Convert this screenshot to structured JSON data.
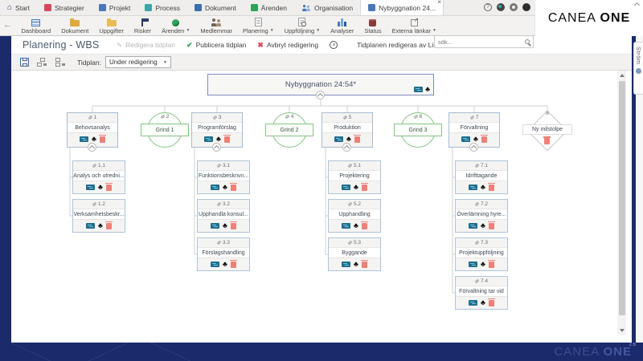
{
  "glyphs": {
    "home": "⌂",
    "back": "←",
    "caret": "▼",
    "close": "×",
    "club": "♣",
    "ext_arrow": "↗",
    "question": "?"
  },
  "colors": {
    "frame_navy": "#1a2a6b",
    "publish_green": "#2fa357",
    "cancel_red": "#d6495a",
    "phase_border_blue": "#a6bdd4",
    "gate_border_green": "#85c585",
    "root_border": "#7f8cc0",
    "trash_red": "#ef8078",
    "gantt_teal": "#1f6f8f"
  },
  "chrome": {
    "tabs": [
      {
        "label": "Start"
      },
      {
        "label": "Strategier"
      },
      {
        "label": "Projekt"
      },
      {
        "label": "Process"
      },
      {
        "label": "Dokument"
      },
      {
        "label": "Ärenden"
      },
      {
        "label": "Organisation"
      },
      {
        "label": "Nybyggnation 24...",
        "active": true
      }
    ],
    "ribbon": [
      {
        "label": "Dashboard",
        "caret": false
      },
      {
        "label": "Dokument",
        "caret": false
      },
      {
        "label": "Uppgifter",
        "caret": false
      },
      {
        "label": "Risker",
        "caret": false
      },
      {
        "label": "Ärenden",
        "caret": true
      },
      {
        "label": "Medlemmar",
        "caret": false
      },
      {
        "label": "Planering",
        "caret": true
      },
      {
        "label": "Uppföljning",
        "caret": true
      },
      {
        "label": "Analyser",
        "caret": false
      },
      {
        "label": "Status",
        "caret": false
      },
      {
        "label": "Externa länkar",
        "caret": true
      }
    ],
    "search_placeholder": "sök...",
    "logo_regular": "CANEA ",
    "logo_bold": "ONE",
    "stream_tab": "Ström",
    "version": "2.6"
  },
  "header": {
    "title": "Planering - WBS",
    "edit_label": "Redigera tidplan",
    "publish_label": "Publicera tidplan",
    "cancel_label": "Avbryt redigering",
    "status_text": "Tidplanen redigeras av Linda Larsson"
  },
  "toolbar": {
    "tidplan_label": "Tidplan:",
    "tidplan_value": "Under redigering"
  },
  "tree": {
    "root": {
      "label": "Nybyggnation 24:54*"
    },
    "phases": [
      {
        "number": "1",
        "label": "Behovsanalys",
        "type": "phase"
      },
      {
        "number": "2",
        "label": "Grind 1",
        "type": "gate"
      },
      {
        "number": "3",
        "label": "Programförslag",
        "type": "phase"
      },
      {
        "number": "4",
        "label": "Grind 2",
        "type": "gate"
      },
      {
        "number": "5",
        "label": "Produktion",
        "type": "phase"
      },
      {
        "number": "6",
        "label": "Grind 3",
        "type": "gate"
      },
      {
        "number": "7",
        "label": "Förvaltning",
        "type": "phase"
      },
      {
        "number": "8",
        "label": "Ny milstolpe",
        "type": "milestone"
      }
    ],
    "activities": [
      {
        "number": "1.1",
        "label": "Analys och utredni..."
      },
      {
        "number": "1.2",
        "label": "Verksamhetsbeskr..."
      },
      {
        "number": "3.1",
        "label": "Funktionsbeskrivn..."
      },
      {
        "number": "3.2",
        "label": "Upphandla konsul..."
      },
      {
        "number": "3.3",
        "label": "Förslagshandling"
      },
      {
        "number": "5.1",
        "label": "Projektering"
      },
      {
        "number": "5.2",
        "label": "Upphandling"
      },
      {
        "number": "5.3",
        "label": "Byggande"
      },
      {
        "number": "7.1",
        "label": "Idrifttagande"
      },
      {
        "number": "7.2",
        "label": "Överlämning hyre..."
      },
      {
        "number": "7.3",
        "label": "Projektuppföljning"
      },
      {
        "number": "7.4",
        "label": "Förvaltning tar vid"
      }
    ]
  }
}
